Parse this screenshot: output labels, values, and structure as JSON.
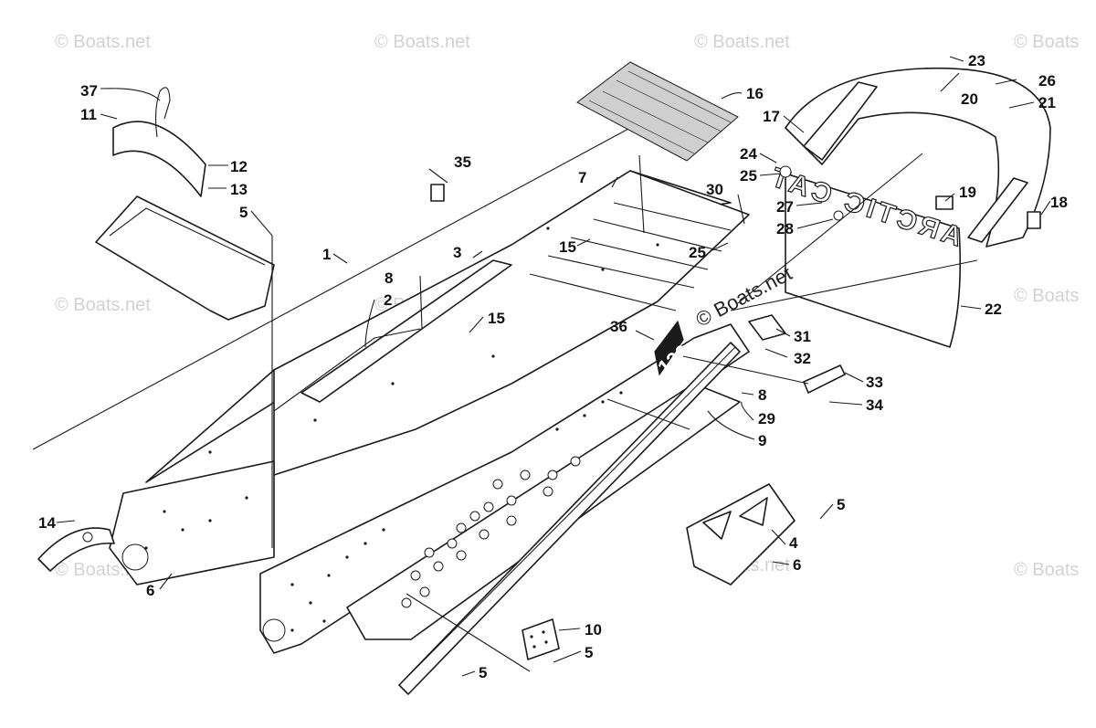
{
  "watermark": "© Boats.net",
  "watermark_repeat": "© Boats",
  "decal_text": "136",
  "grille_text": "ARCTIC CAT",
  "callouts": [
    {
      "id": "c37",
      "text": "37"
    },
    {
      "id": "c11",
      "text": "11"
    },
    {
      "id": "c12",
      "text": "12"
    },
    {
      "id": "c13",
      "text": "13"
    },
    {
      "id": "c5a",
      "text": "5"
    },
    {
      "id": "c1",
      "text": "1"
    },
    {
      "id": "c35",
      "text": "35"
    },
    {
      "id": "c3",
      "text": "3"
    },
    {
      "id": "c8a",
      "text": "8"
    },
    {
      "id": "c2",
      "text": "2"
    },
    {
      "id": "c15a",
      "text": "15"
    },
    {
      "id": "c15b",
      "text": "15"
    },
    {
      "id": "c7",
      "text": "7"
    },
    {
      "id": "c16",
      "text": "16"
    },
    {
      "id": "c30",
      "text": "30"
    },
    {
      "id": "c25a",
      "text": "25"
    },
    {
      "id": "c36",
      "text": "36"
    },
    {
      "id": "c23",
      "text": "23"
    },
    {
      "id": "c20",
      "text": "20"
    },
    {
      "id": "c26",
      "text": "26"
    },
    {
      "id": "c21",
      "text": "21"
    },
    {
      "id": "c17",
      "text": "17"
    },
    {
      "id": "c24",
      "text": "24"
    },
    {
      "id": "c25b",
      "text": "25"
    },
    {
      "id": "c27",
      "text": "27"
    },
    {
      "id": "c28",
      "text": "28"
    },
    {
      "id": "c19",
      "text": "19"
    },
    {
      "id": "c18",
      "text": "18"
    },
    {
      "id": "c22",
      "text": "22"
    },
    {
      "id": "c31",
      "text": "31"
    },
    {
      "id": "c32",
      "text": "32"
    },
    {
      "id": "c33",
      "text": "33"
    },
    {
      "id": "c34",
      "text": "34"
    },
    {
      "id": "c8b",
      "text": "8"
    },
    {
      "id": "c29",
      "text": "29"
    },
    {
      "id": "c9",
      "text": "9"
    },
    {
      "id": "c5b",
      "text": "5"
    },
    {
      "id": "c4",
      "text": "4"
    },
    {
      "id": "c6a",
      "text": "6"
    },
    {
      "id": "c14",
      "text": "14"
    },
    {
      "id": "c6b",
      "text": "6"
    },
    {
      "id": "c10",
      "text": "10"
    },
    {
      "id": "c5c",
      "text": "5"
    },
    {
      "id": "c5d",
      "text": "5"
    }
  ]
}
